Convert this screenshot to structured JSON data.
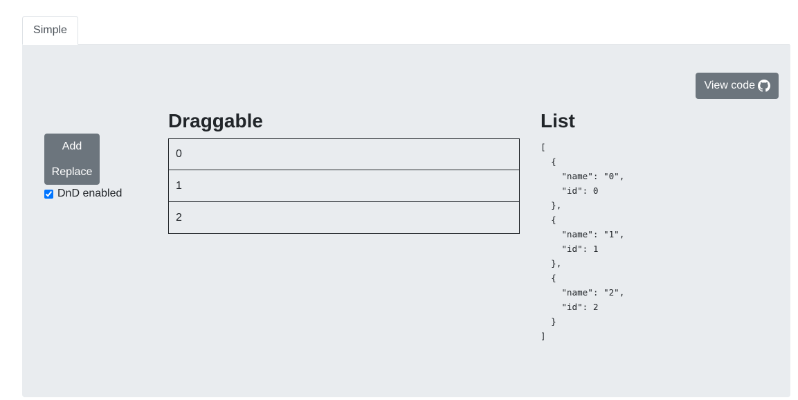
{
  "tabs": [
    {
      "label": "Simple",
      "active": true
    }
  ],
  "toolbar": {
    "view_code_label": "View code"
  },
  "controls": {
    "add_label": "Add",
    "replace_label": "Replace",
    "dnd_label": "DnD enabled",
    "dnd_checked": true
  },
  "draggable": {
    "title": "Draggable",
    "items": [
      {
        "name": "0"
      },
      {
        "name": "1"
      },
      {
        "name": "2"
      }
    ]
  },
  "list": {
    "title": "List",
    "json_text": "[\n  {\n    \"name\": \"0\",\n    \"id\": 0\n  },\n  {\n    \"name\": \"1\",\n    \"id\": 1\n  },\n  {\n    \"name\": \"2\",\n    \"id\": 2\n  }\n]"
  },
  "colors": {
    "panel_bg": "#e9ecef",
    "button_bg": "#6c757d",
    "button_text": "#ffffff",
    "checkbox_accent": "#0075ff"
  }
}
